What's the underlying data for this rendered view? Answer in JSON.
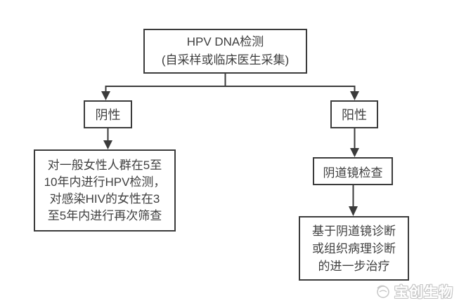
{
  "flowchart": {
    "title": "HPV DNA testing triage flowchart",
    "nodes": {
      "root": {
        "lines": [
          "HPV DNA检测",
          "(自采样或临床医生采集)"
        ]
      },
      "negative": {
        "label": "阴性"
      },
      "positive": {
        "label": "阳性"
      },
      "negative_followup": {
        "lines": [
          "对一般女性人群在5至",
          "10年内进行HPV检测，",
          "对感染HIV的女性在3",
          "至5年内进行再次筛查"
        ]
      },
      "colposcopy": {
        "label": "阴道镜检查"
      },
      "treatment": {
        "lines": [
          "基于阴道镜诊断",
          "或组织病理诊断",
          "的进一步治疗"
        ]
      }
    },
    "edges": [
      {
        "from": "root",
        "to": "negative"
      },
      {
        "from": "root",
        "to": "positive"
      },
      {
        "from": "negative",
        "to": "negative_followup"
      },
      {
        "from": "positive",
        "to": "colposcopy"
      },
      {
        "from": "colposcopy",
        "to": "treatment"
      }
    ]
  },
  "watermark": {
    "brand": "宝创生物"
  },
  "colors": {
    "border": "#3b3b3b",
    "line": "#3b3b3b",
    "text": "#3f3f3f",
    "background": "#ffffff",
    "watermark_outline": "#c6c6c6"
  }
}
